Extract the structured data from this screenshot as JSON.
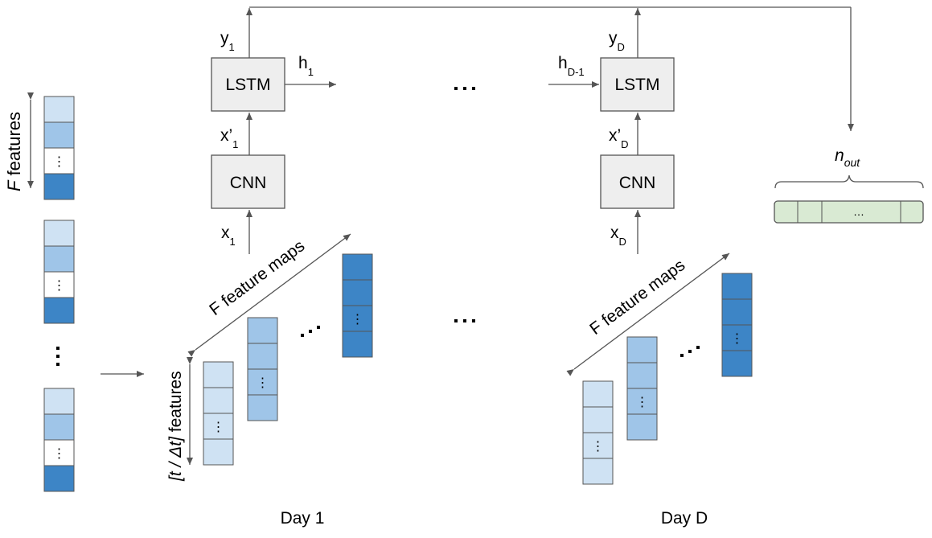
{
  "colors": {
    "light": "#cfe2f3",
    "mid": "#9fc5e8",
    "dark": "#3d85c6",
    "white": "#ffffff",
    "output": "#d9ead3",
    "box": "#eeeeee",
    "line": "#555555"
  },
  "left_stack": {
    "label_italic": "F",
    "label_rest": " features",
    "vdots": "⋮"
  },
  "day1": {
    "label": "Day 1",
    "lstm": "LSTM",
    "cnn": "CNN",
    "y": "y",
    "y_sub": "1",
    "h": "h",
    "h_sub": "1",
    "xp": "x’",
    "xp_sub": "1",
    "x": "x",
    "x_sub": "1",
    "feature_maps": "F feature maps",
    "time_features_italic": "[t / Δt]",
    "time_features_rest": " features",
    "maps_ellipsis": "⋯"
  },
  "dayD": {
    "label": "Day D",
    "lstm": "LSTM",
    "cnn": "CNN",
    "y": "y",
    "y_sub": "D",
    "h": "h",
    "h_sub": "D-1",
    "xp": "x’",
    "xp_sub": "D",
    "x": "x",
    "x_sub": "D",
    "feature_maps": "F feature maps",
    "maps_ellipsis": "⋯"
  },
  "middle": {
    "ellipsis_top": "…",
    "ellipsis_bottom": "…"
  },
  "output": {
    "label_italic": "n",
    "label_sub": "out",
    "ellipsis": "…"
  }
}
